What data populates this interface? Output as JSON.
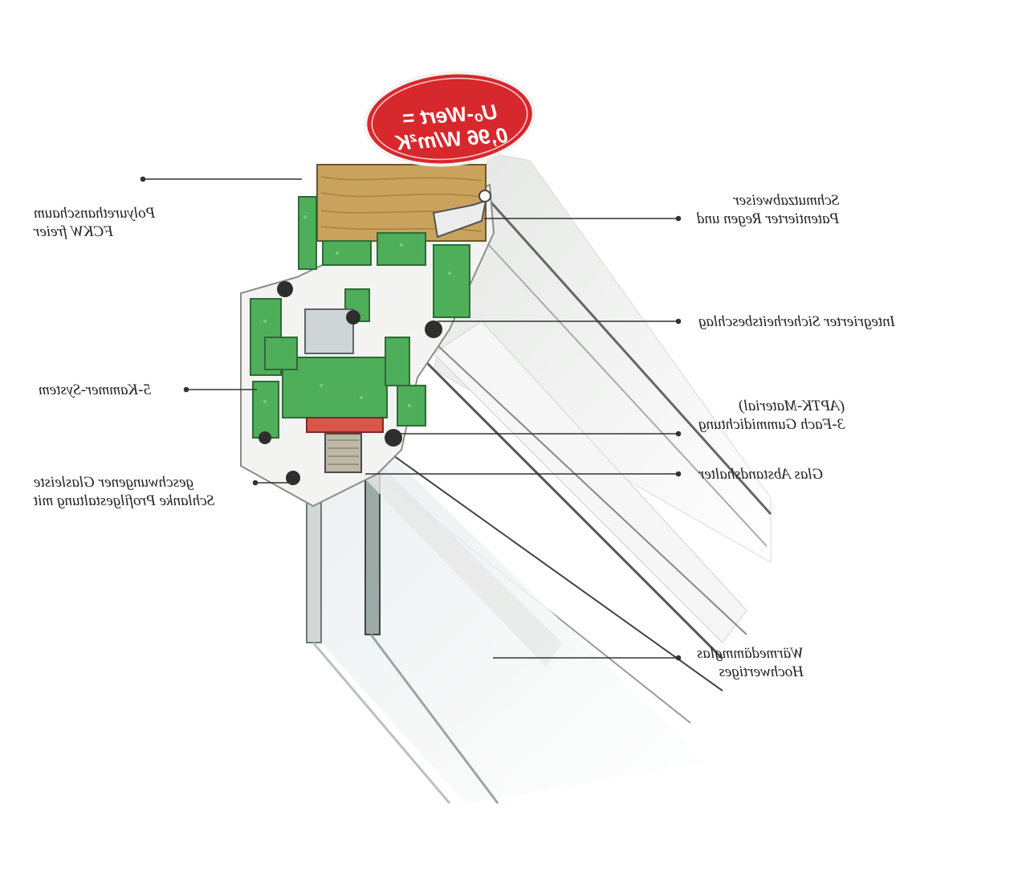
{
  "badge": {
    "line1": "Uₒ-Wert =",
    "line2": "0,96 W/m²K",
    "color": "#d7282d"
  },
  "labels": {
    "foam": {
      "line1": "Polyurethanschaum",
      "line2": "FCKW freier"
    },
    "rain": {
      "line1": "Schmutzabweiser",
      "line2": "Patentierter Regen und"
    },
    "security": {
      "line1": "Integrierter Sicherheitsbeschlag"
    },
    "chamber": {
      "line1": "5-Kammer-System"
    },
    "gasket": {
      "line1": "(APTK-Material)",
      "line2": "3-Fach Gummidichtung"
    },
    "spacer": {
      "line1": "Glas Abstandshalter"
    },
    "profile": {
      "line1": "geschwungener Glasleiste",
      "line2": "Schlanke Profilgestaltung mit"
    },
    "glass": {
      "line1": "Wärmedämmglas",
      "line2": "Hochwertiges"
    }
  },
  "colors": {
    "chamber_green": "#4fae5a",
    "frame_white": "#f2f3f1",
    "wood": "#c9a35e",
    "gasket_dark": "#2e2e2e",
    "spacer_red": "#d9574a",
    "leader": "#333333"
  }
}
